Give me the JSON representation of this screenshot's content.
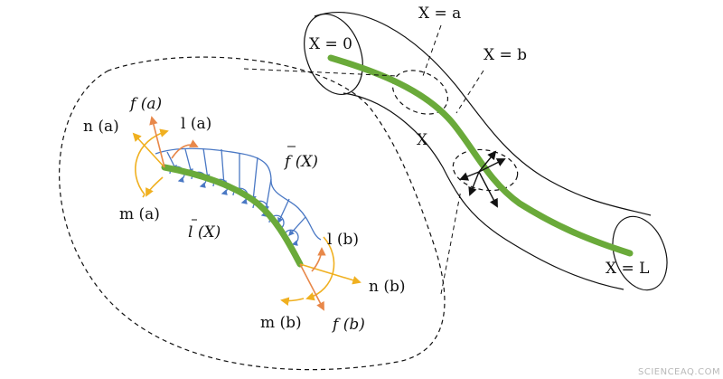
{
  "labels": {
    "x_eq_a": "X = a",
    "x_eq_b": "X = b",
    "x_eq_0": "X = 0",
    "x_eq_L": "X = L",
    "x_mid": "X",
    "f_a": "f (a)",
    "l_a": "l (a)",
    "n_a": "n (a)",
    "m_a": "m (a)",
    "f_bar_X": "f (X)",
    "l_bar_X": "l (X)",
    "l_b": "l (b)",
    "n_b": "n (b)",
    "m_b": "m (b)",
    "f_b": "f (b)"
  },
  "watermark": "SCIENCEAQ.COM",
  "colors": {
    "rod": "#6aaa3a",
    "distributed_load": "#4a78c4",
    "moment": "#f0b020",
    "force": "#e8884a",
    "outline": "#111111"
  }
}
